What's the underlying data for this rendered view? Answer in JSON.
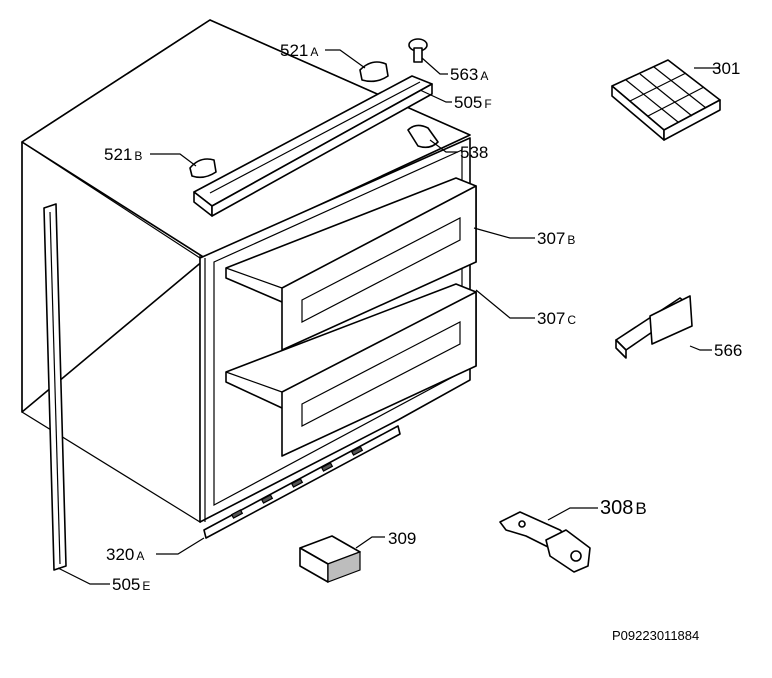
{
  "labels": [
    {
      "id": "521a",
      "num": "521",
      "suffix": "A"
    },
    {
      "id": "563a",
      "num": "563",
      "suffix": "A"
    },
    {
      "id": "301",
      "num": "301",
      "suffix": ""
    },
    {
      "id": "505f",
      "num": "505",
      "suffix": "F"
    },
    {
      "id": "521b",
      "num": "521",
      "suffix": "B"
    },
    {
      "id": "538",
      "num": "538",
      "suffix": ""
    },
    {
      "id": "307b",
      "num": "307",
      "suffix": "B"
    },
    {
      "id": "307c",
      "num": "307",
      "suffix": "C"
    },
    {
      "id": "566",
      "num": "566",
      "suffix": ""
    },
    {
      "id": "308b",
      "num": "308",
      "suffix": "B"
    },
    {
      "id": "309",
      "num": "309",
      "suffix": ""
    },
    {
      "id": "320a",
      "num": "320",
      "suffix": "A"
    },
    {
      "id": "505e",
      "num": "505",
      "suffix": "E"
    }
  ],
  "drawing_code": "P09223011884"
}
